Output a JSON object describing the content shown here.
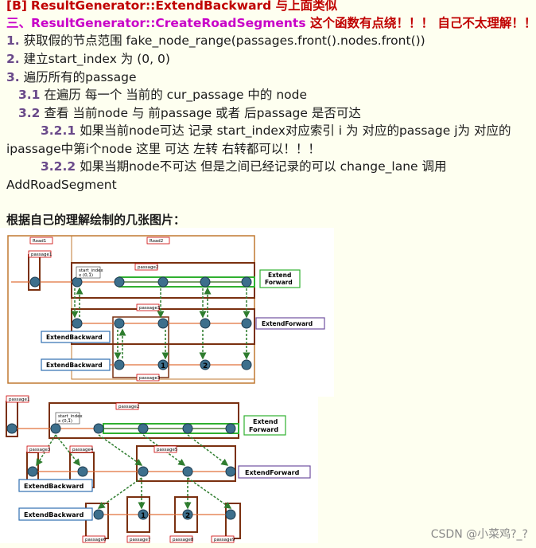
{
  "lines": {
    "l0_tag": "[B]",
    "l0_text": "ResultGenerator::ExtendBackward 与上面类似",
    "l1_head": "三、ResultGenerator::CreateRoadSegments",
    "l1_tail": " 这个函数有点绕！！！ 自己不太理解！！",
    "l2_num": "1.",
    "l2_text": " 获取假的节点范围 fake_node_range(passages.front().nodes.front())",
    "l3_num": "2.",
    "l3_text": " 建立start_index 为 (0, 0)",
    "l4_num": "3.",
    "l4_text": " 遍历所有的passage",
    "l5_num": "3.1",
    "l5_text": " 在遍历 每一个 当前的 cur_passage 中的 node",
    "l6_num": "3.2",
    "l6_text": " 查看 当前node 与 前passage 或者 后passage 是否可达",
    "l7_num": "3.2.1",
    "l7_text": " 如果当前node可达 记录 start_index对应索引 i 为 对应的passage j为 对应的",
    "l8_text": "ipassage中第i个node 这里 可达 左转 右转都可以！！！",
    "l9_num": "3.2.2",
    "l9_text": " 如果当期node不可达 但是之间已经记录的可以 change_lane 调用",
    "l10_text": "AddRoadSegment",
    "l11_text": "根据自己的理解绘制的几张图片："
  },
  "diagram1": {
    "road1": "Road1",
    "road2": "Road2",
    "passage1": "passage1",
    "passage2": "passage2",
    "passage3a": "passage3",
    "passage3b": "passage3",
    "start_index_1": "start_index",
    "start_index_2": "x (0,1)",
    "extend_forward_1": "Extend",
    "extend_forward_2": "Forward",
    "extend_forward_single": "ExtendForward",
    "extend_backward_a": "ExtendBackward",
    "extend_backward_b": "ExtendBackward",
    "node1": "1",
    "node2": "2"
  },
  "diagram2": {
    "passage1": "passage1",
    "passage2": "passage2",
    "passage3": "passage3",
    "passage4": "passage4",
    "passage5": "passage5",
    "passage6": "passage6",
    "passage7": "passage7",
    "passage8": "passage8",
    "passage9": "passage9",
    "start_index_1": "start_index",
    "start_index_2": "x (0,1)",
    "extend_forward_1": "Extend",
    "extend_forward_2": "Forward",
    "extend_forward_single": "ExtendForward",
    "extend_backward_a": "ExtendBackward",
    "extend_backward_b": "ExtendBackward",
    "node1": "1",
    "node2": "2"
  },
  "watermark": "CSDN @小菜鸡?_?"
}
